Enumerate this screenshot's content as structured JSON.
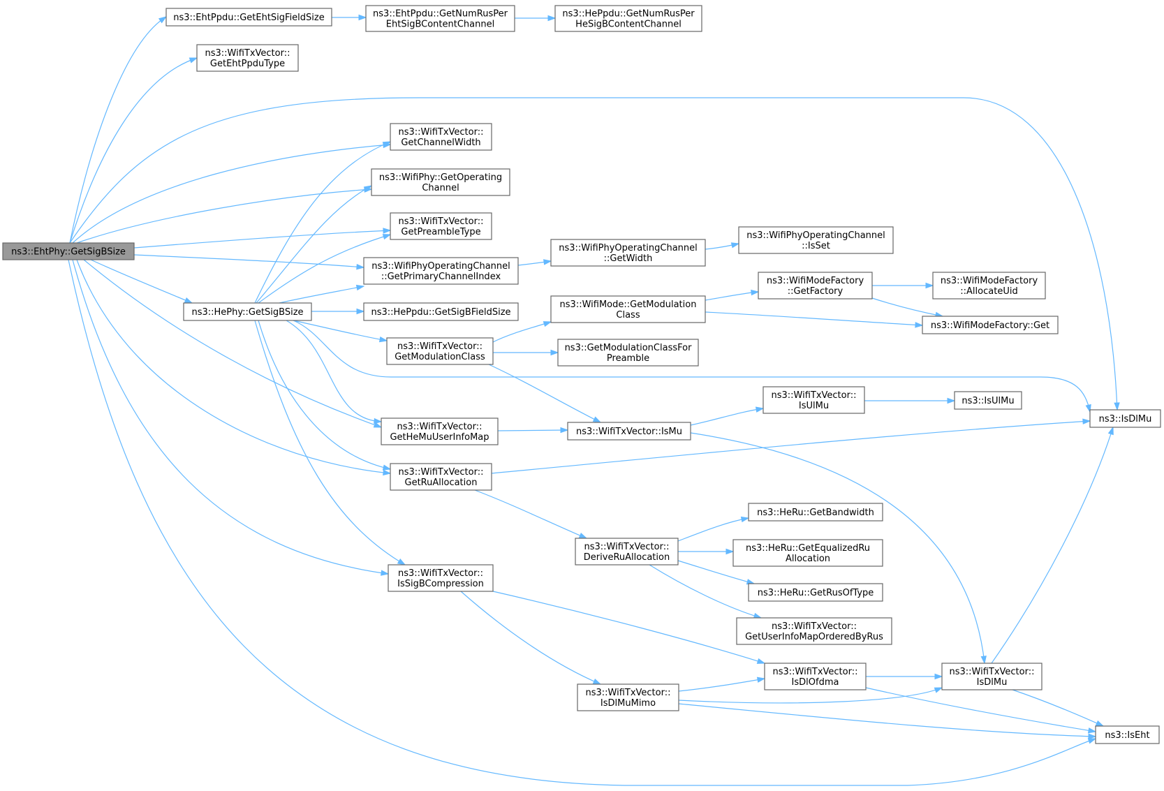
{
  "diagram": {
    "nodes": [
      {
        "id": "root",
        "lines": [
          "ns3::EhtPhy::GetSigBSize"
        ],
        "root": true
      },
      {
        "id": "eht_sigfield",
        "lines": [
          "ns3::EhtPpdu::GetEhtSigFieldSize"
        ]
      },
      {
        "id": "eht_numrus",
        "lines": [
          "ns3::EhtPpdu::GetNumRusPer",
          "EhtSigBContentChannel"
        ]
      },
      {
        "id": "he_numrus",
        "lines": [
          "ns3::HePpdu::GetNumRusPer",
          "HeSigBContentChannel"
        ]
      },
      {
        "id": "eht_ppdutype",
        "lines": [
          "ns3::WifiTxVector::",
          "GetEhtPpduType"
        ]
      },
      {
        "id": "chwidth",
        "lines": [
          "ns3::WifiTxVector::",
          "GetChannelWidth"
        ]
      },
      {
        "id": "opchan",
        "lines": [
          "ns3::WifiPhy::GetOperating",
          "Channel"
        ]
      },
      {
        "id": "preamble",
        "lines": [
          "ns3::WifiTxVector::",
          "GetPreambleType"
        ]
      },
      {
        "id": "primidx",
        "lines": [
          "ns3::WifiPhyOperatingChannel",
          "::GetPrimaryChannelIndex"
        ]
      },
      {
        "id": "getwidth",
        "lines": [
          "ns3::WifiPhyOperatingChannel",
          "::GetWidth"
        ]
      },
      {
        "id": "isset",
        "lines": [
          "ns3::WifiPhyOperatingChannel",
          "::IsSet"
        ]
      },
      {
        "id": "hephy_sigb",
        "lines": [
          "ns3::HePhy::GetSigBSize"
        ]
      },
      {
        "id": "heppdu_sigb",
        "lines": [
          "ns3::HePpdu::GetSigBFieldSize"
        ]
      },
      {
        "id": "mode_modclass",
        "lines": [
          "ns3::WifiMode::GetModulation",
          "Class"
        ]
      },
      {
        "id": "getfactory",
        "lines": [
          "ns3::WifiModeFactory",
          "::GetFactory"
        ]
      },
      {
        "id": "allocuid",
        "lines": [
          "ns3::WifiModeFactory",
          "::AllocateUid"
        ]
      },
      {
        "id": "factoryget",
        "lines": [
          "ns3::WifiModeFactory::Get"
        ]
      },
      {
        "id": "tx_modclass",
        "lines": [
          "ns3::WifiTxVector::",
          "GetModulationClass"
        ]
      },
      {
        "id": "modclass_pre",
        "lines": [
          "ns3::GetModulationClassFor",
          "Preamble"
        ]
      },
      {
        "id": "isulmu_tx",
        "lines": [
          "ns3::WifiTxVector::",
          "IsUlMu"
        ]
      },
      {
        "id": "isulmu",
        "lines": [
          "ns3::IsUlMu"
        ]
      },
      {
        "id": "isdlmu",
        "lines": [
          "ns3::IsDlMu"
        ]
      },
      {
        "id": "hemumap",
        "lines": [
          "ns3::WifiTxVector::",
          "GetHeMuUserInfoMap"
        ]
      },
      {
        "id": "ismu",
        "lines": [
          "ns3::WifiTxVector::IsMu"
        ]
      },
      {
        "id": "ruallocation",
        "lines": [
          "ns3::WifiTxVector::",
          "GetRuAllocation"
        ]
      },
      {
        "id": "getbandwidth",
        "lines": [
          "ns3::HeRu::GetBandwidth"
        ]
      },
      {
        "id": "deriveru",
        "lines": [
          "ns3::WifiTxVector::",
          "DeriveRuAllocation"
        ]
      },
      {
        "id": "equalizedru",
        "lines": [
          "ns3::HeRu::GetEqualizedRu",
          "Allocation"
        ]
      },
      {
        "id": "rusoftype",
        "lines": [
          "ns3::HeRu::GetRusOfType"
        ]
      },
      {
        "id": "userinfoordered",
        "lines": [
          "ns3::WifiTxVector::",
          "GetUserInfoMapOrderedByRus"
        ]
      },
      {
        "id": "sigbcomp",
        "lines": [
          "ns3::WifiTxVector::",
          "IsSigBCompression"
        ]
      },
      {
        "id": "isdlofdma",
        "lines": [
          "ns3::WifiTxVector::",
          "IsDlOfdma"
        ]
      },
      {
        "id": "isdlmu_tx",
        "lines": [
          "ns3::WifiTxVector::",
          "IsDlMu"
        ]
      },
      {
        "id": "isdlmumimo",
        "lines": [
          "ns3::WifiTxVector::",
          "IsDlMuMimo"
        ]
      },
      {
        "id": "iseht",
        "lines": [
          "ns3::IsEht"
        ]
      }
    ],
    "colors": {
      "edge": "#63b8ff",
      "node_border": "#666666",
      "node_fill": "#ffffff",
      "root_fill": "#999999"
    }
  }
}
